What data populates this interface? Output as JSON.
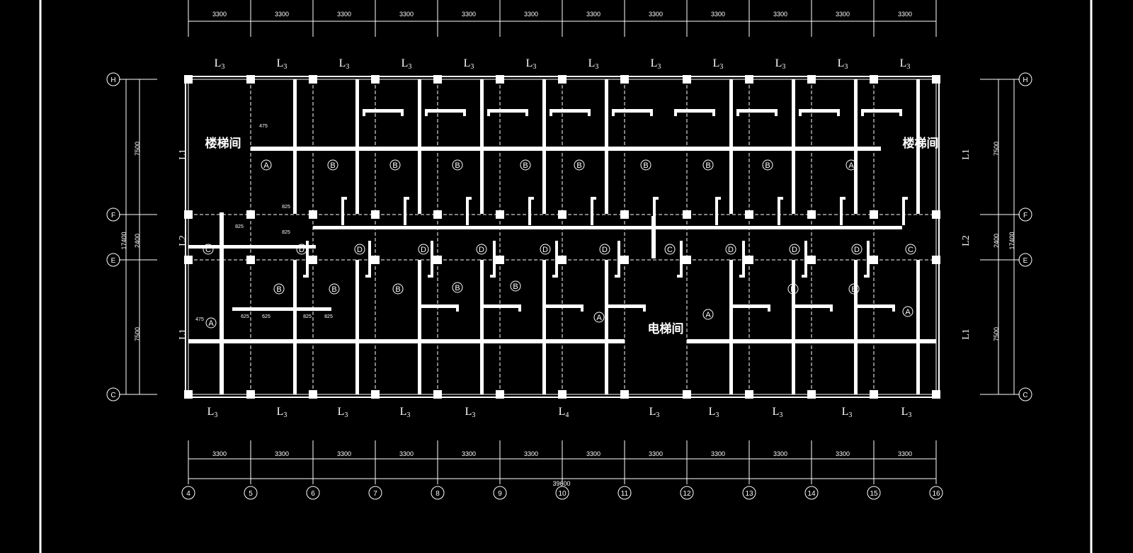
{
  "colors": {
    "background": "#000000",
    "line": "#ffffff"
  },
  "top_dimensions": [
    "3300",
    "3300",
    "3300",
    "3300",
    "3300",
    "3300",
    "3300",
    "3300",
    "3300",
    "3300",
    "3300",
    "3300"
  ],
  "bottom_dimensions": [
    "3300",
    "3300",
    "3300",
    "3300",
    "3300",
    "3300",
    "3300",
    "3300",
    "3300",
    "3300",
    "3300",
    "3300"
  ],
  "bottom_total": "39600",
  "column_axes": [
    "4",
    "5",
    "6",
    "7",
    "8",
    "9",
    "10",
    "11",
    "12",
    "13",
    "14",
    "15",
    "16"
  ],
  "row_axes": [
    "H",
    "F",
    "E",
    "C"
  ],
  "row_dimensions": {
    "h_f": "7500",
    "f_e": "2400",
    "e_c": "7500",
    "total": "17400"
  },
  "top_beams": [
    "L3",
    "L3",
    "L3",
    "L3",
    "L3",
    "L3",
    "L3",
    "L3",
    "L3",
    "L3",
    "L3",
    "L3"
  ],
  "bottom_beams": [
    "L3",
    "L3",
    "L3",
    "L3",
    "L3",
    "L4",
    "L3",
    "L3",
    "L3",
    "L3",
    "L3"
  ],
  "side_beams": {
    "left_top": "L1",
    "left_mid": "L2",
    "left_bottom": "L1",
    "right_top": "L1",
    "right_mid": "L2",
    "right_bottom": "L1"
  },
  "rooms": {
    "stair_left": "楼梯间",
    "stair_right": "楼梯间",
    "elevator": "电梯间"
  },
  "slab_marks": {
    "row1": [
      "A",
      "B",
      "B",
      "B",
      "B",
      "B",
      "B",
      "B",
      "B",
      "A"
    ],
    "row2": [
      "C",
      "D",
      "D",
      "D",
      "D",
      "D",
      "D",
      "C",
      "D",
      "D",
      "D",
      "C"
    ],
    "row3": [
      "A",
      "B",
      "B",
      "B",
      "B",
      "B",
      "A",
      "A",
      "B",
      "B",
      "A"
    ]
  },
  "notes": {
    "n1": "475",
    "n2": "825",
    "n3": "825",
    "n4": "825",
    "n5": "625",
    "n6": "625",
    "n7": "825",
    "n8": "825",
    "n9": "475"
  }
}
